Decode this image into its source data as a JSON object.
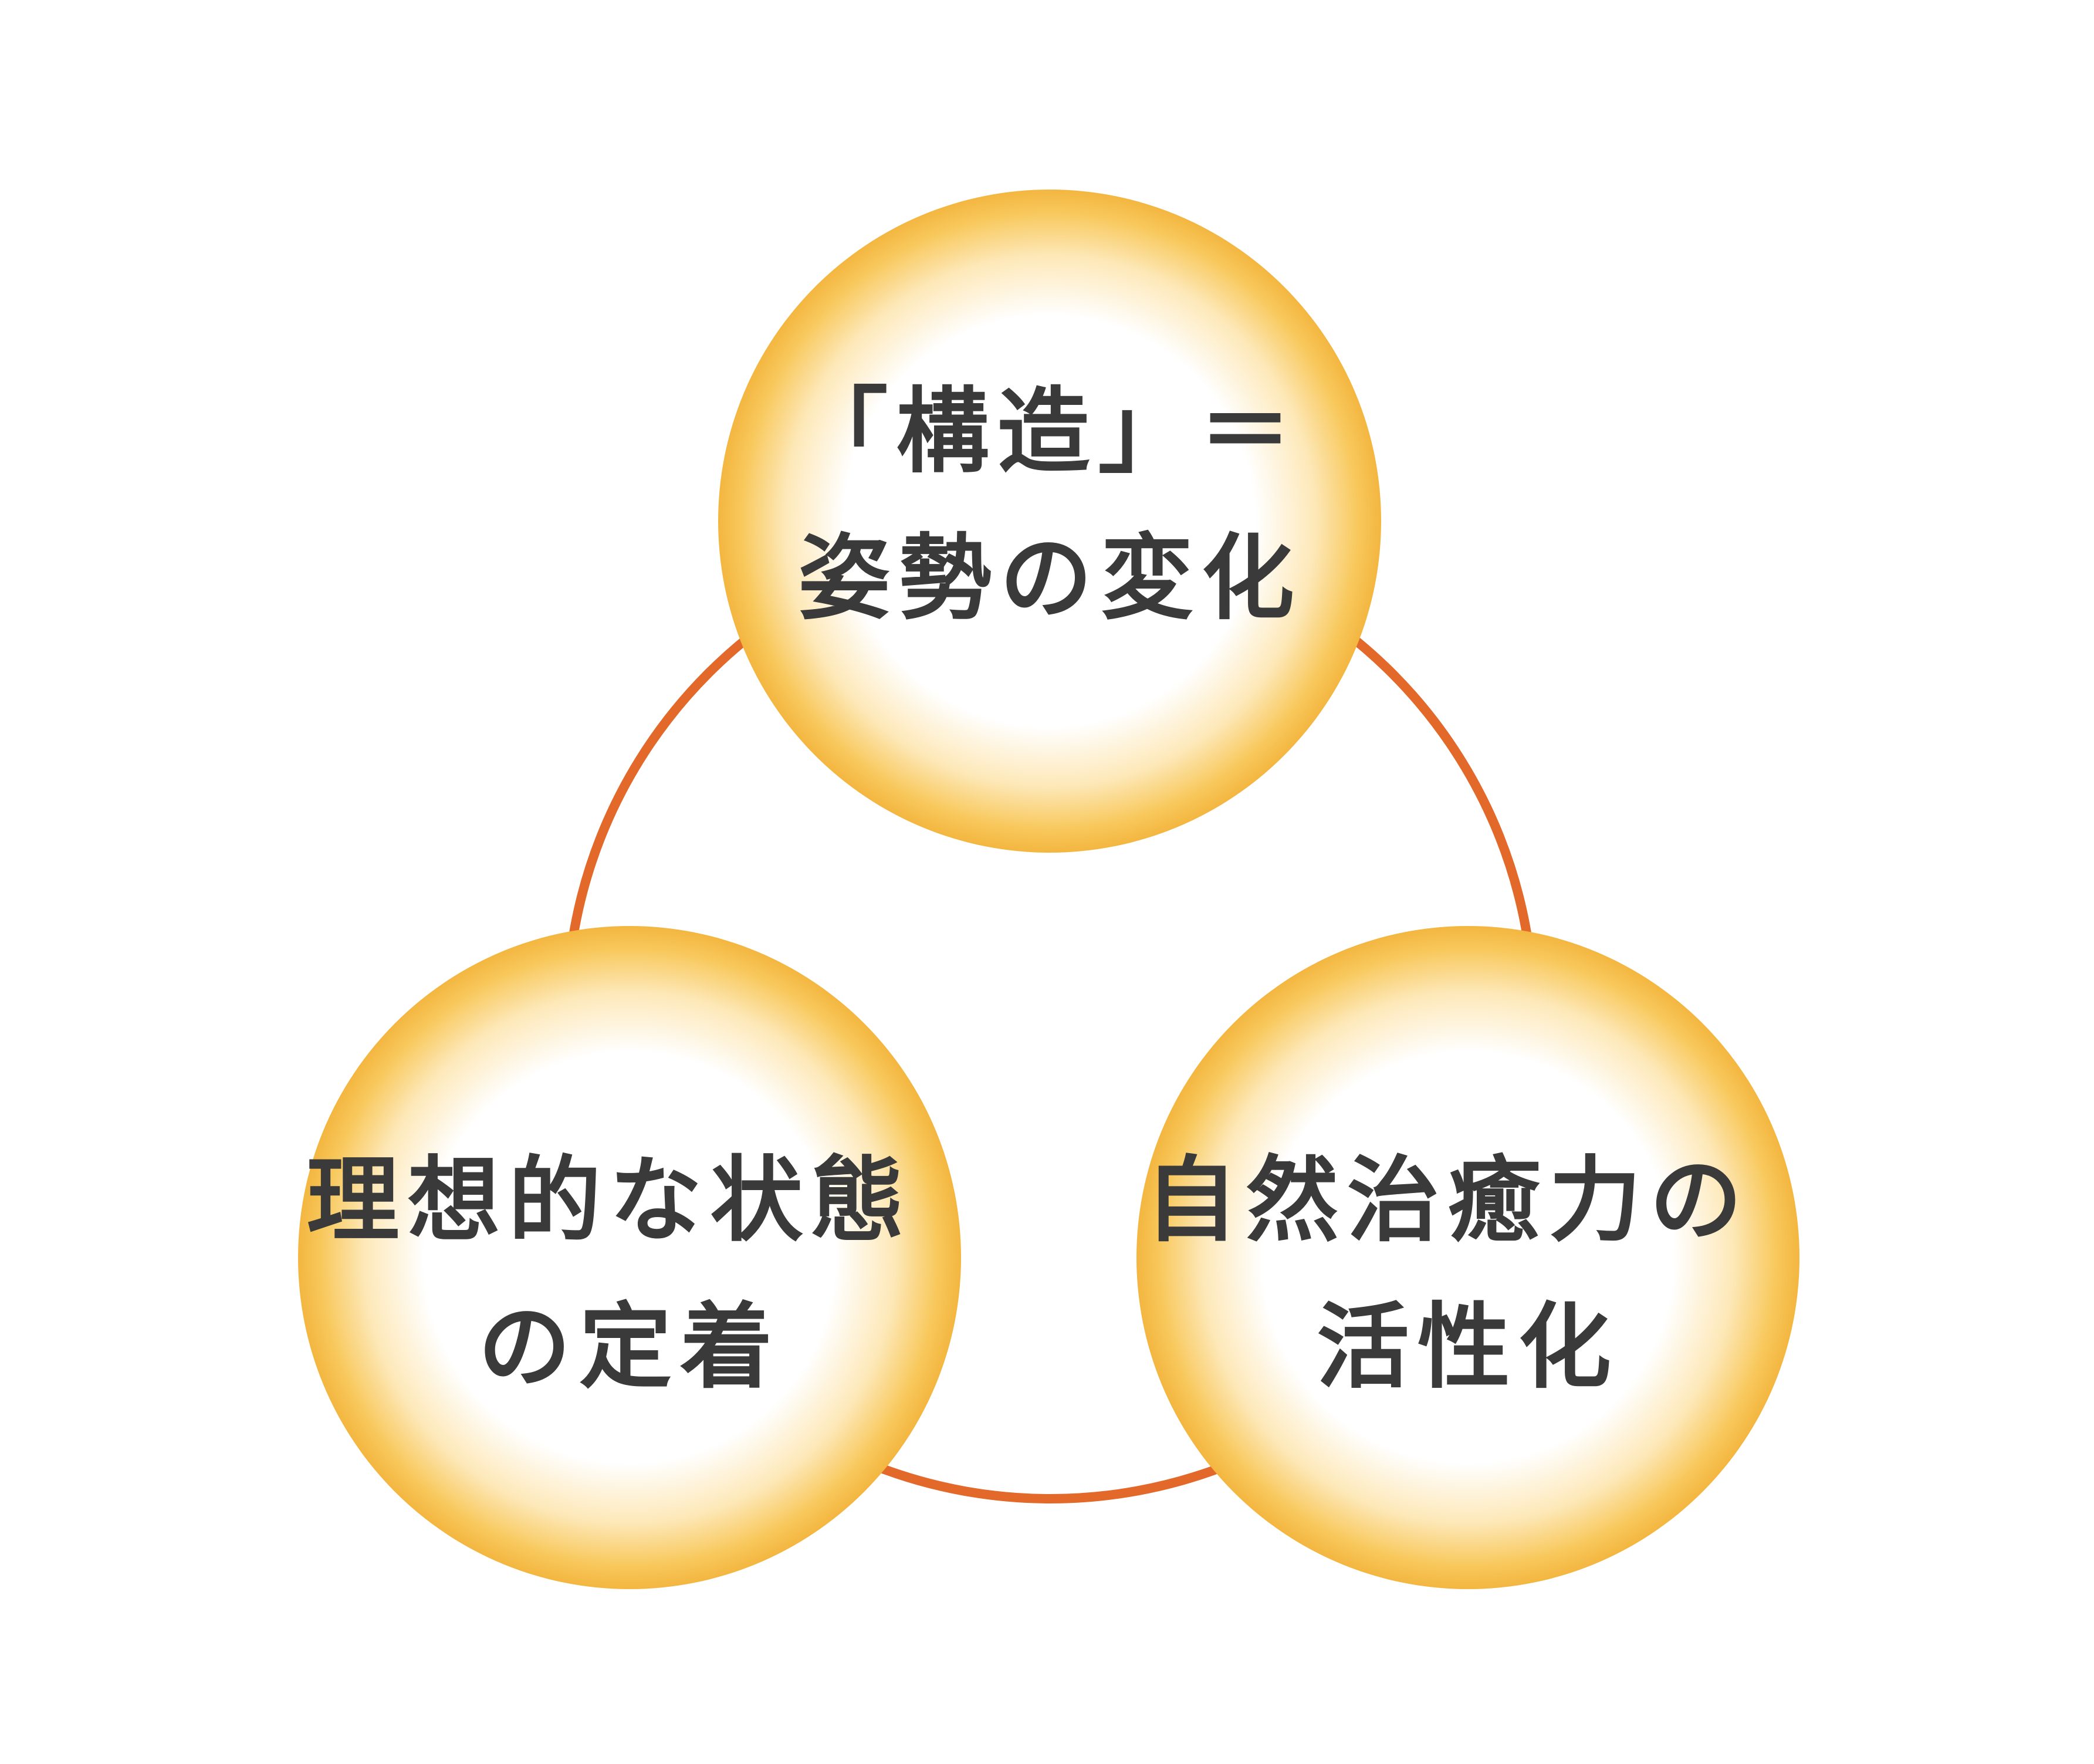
{
  "colors": {
    "ring": "#e2692a",
    "node_edge": "#f3b640",
    "node_center": "#ffffff",
    "text": "#3a3a3a"
  },
  "nodes": [
    {
      "id": "structure",
      "lines": [
        "「構造」＝",
        "姿勢の変化"
      ]
    },
    {
      "id": "ideal",
      "lines": [
        "理想的な状態",
        "の定着"
      ]
    },
    {
      "id": "healing",
      "lines": [
        "自然治癒力の",
        "活性化"
      ]
    }
  ]
}
